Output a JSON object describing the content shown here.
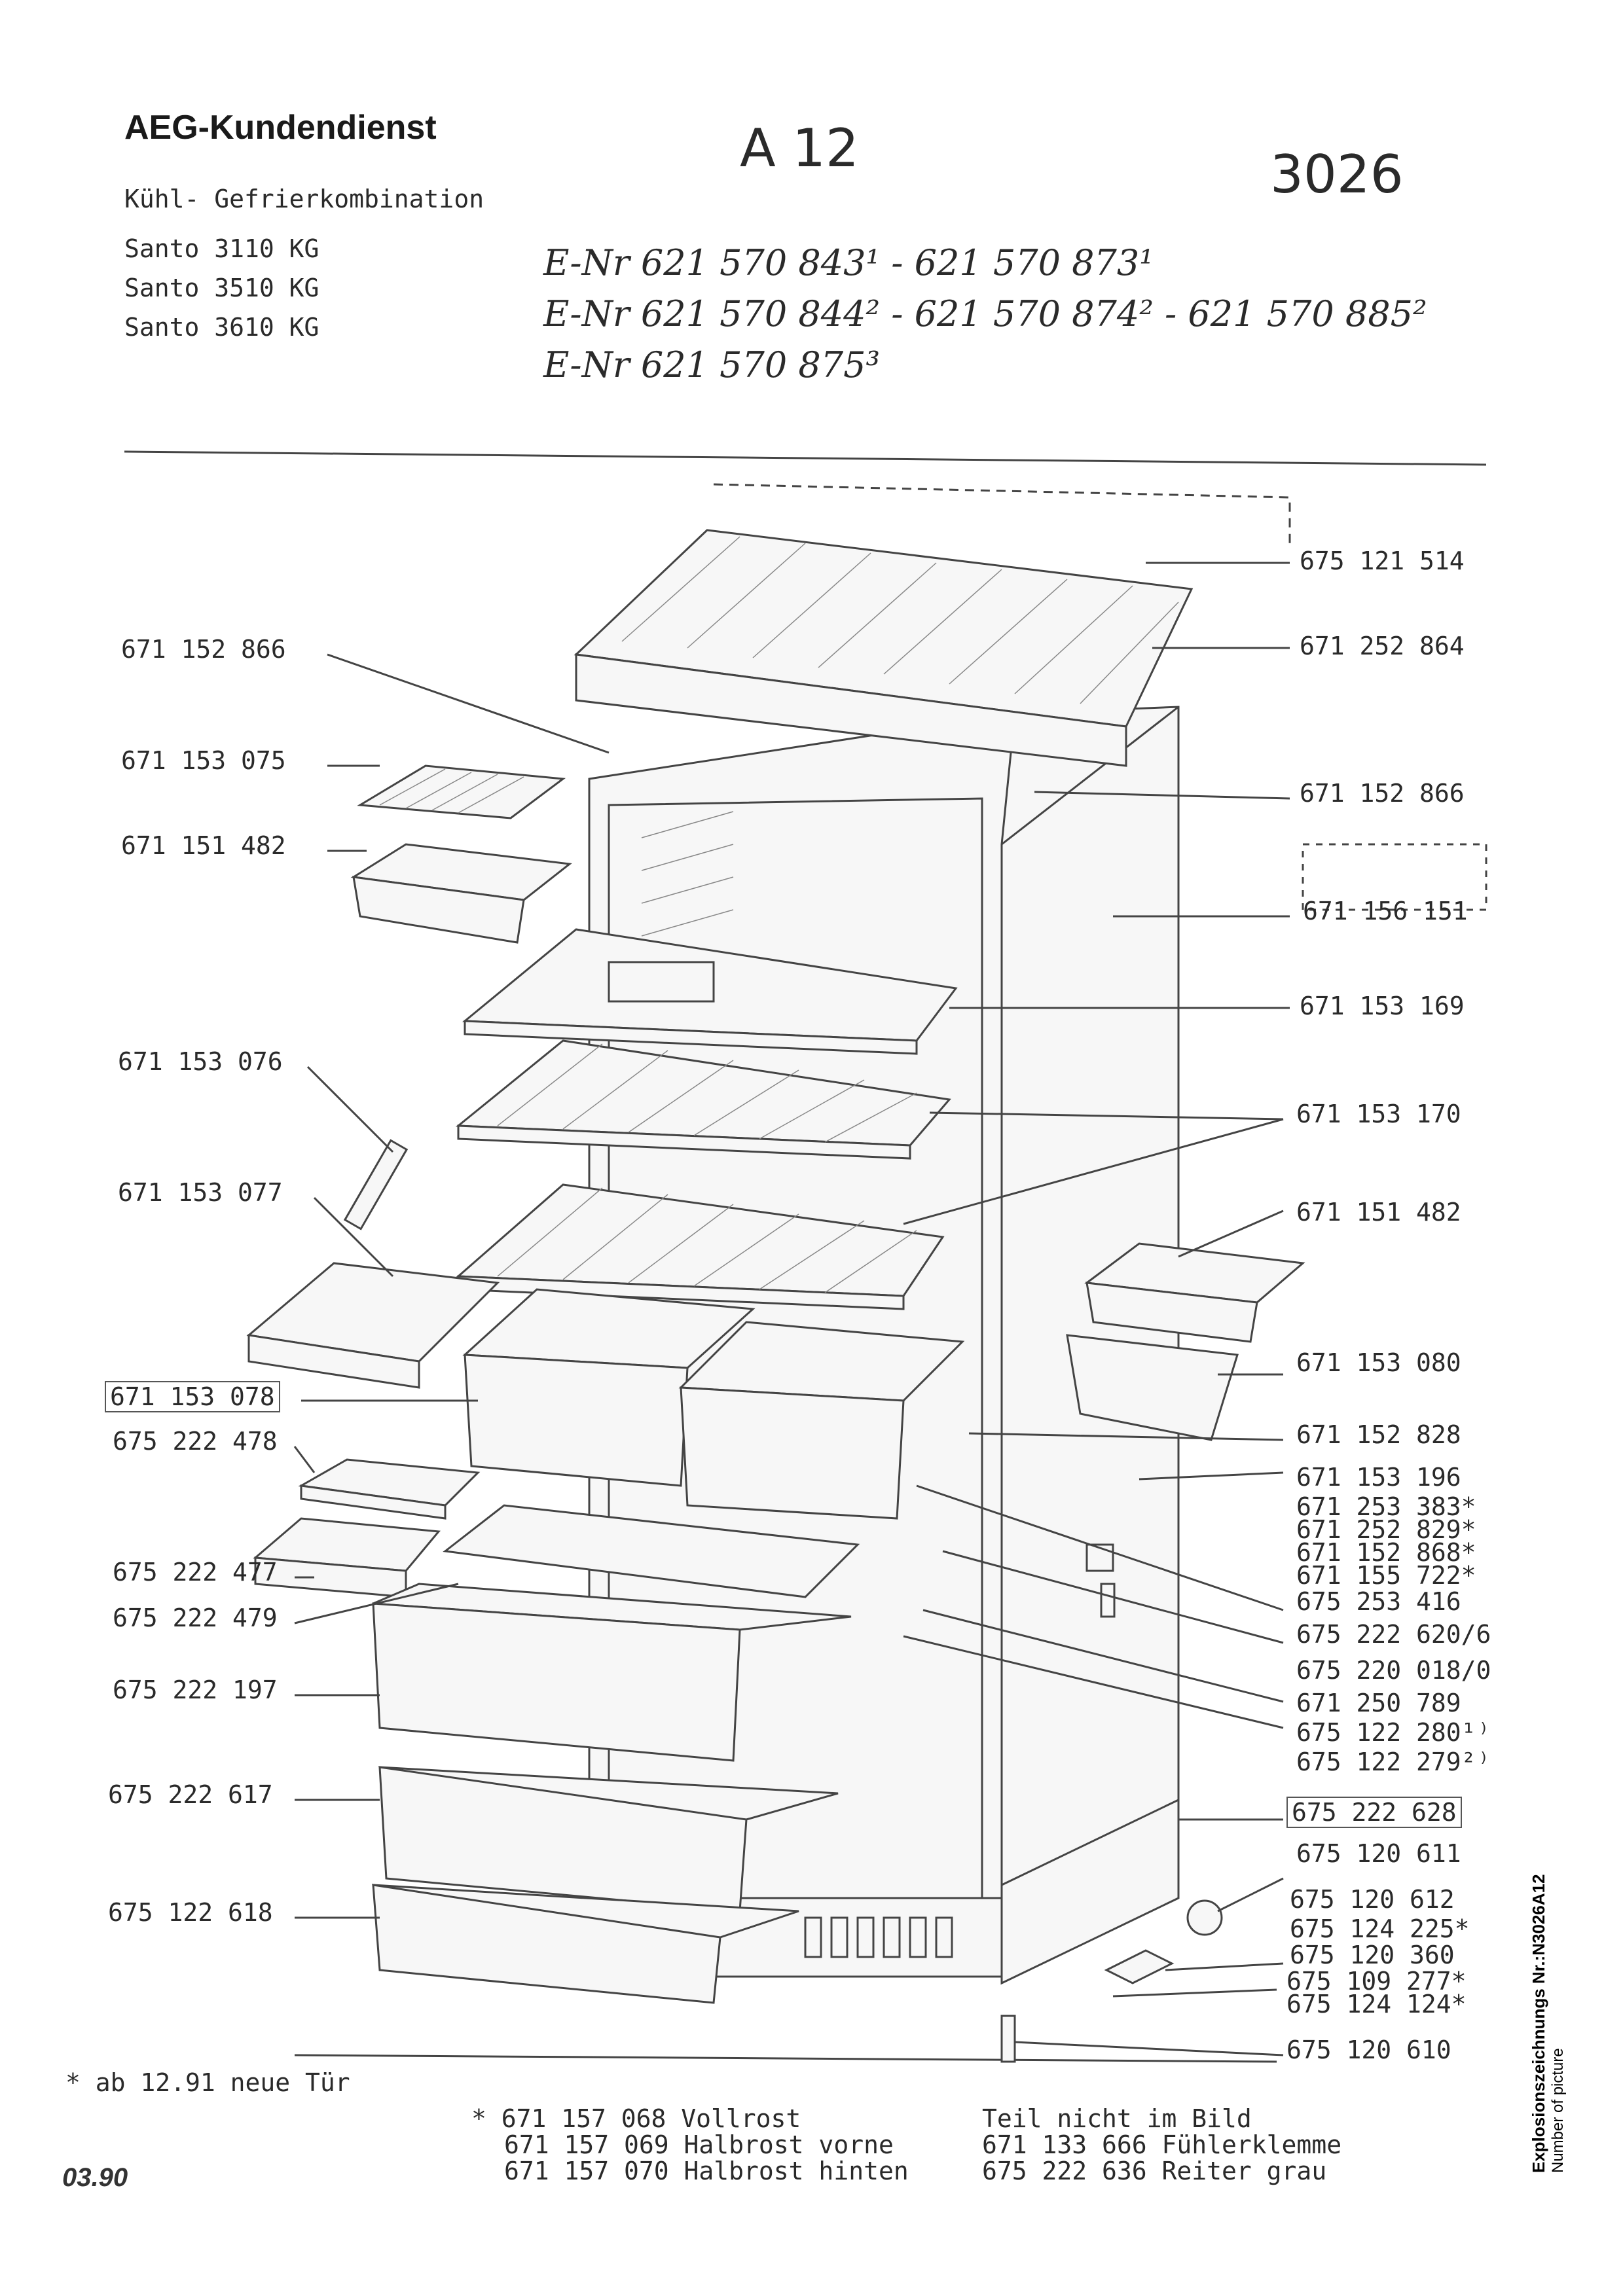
{
  "header": {
    "brand": "AEG-Kundendienst",
    "product_type": "Kühl- Gefrierkombination",
    "models": [
      "Santo 3110 KG",
      "Santo 3510 KG",
      "Santo 3610 KG"
    ],
    "code_handwritten": "A 12",
    "number_handwritten": "3026",
    "enr_lines": [
      "E-Nr 621 570 843¹ - 621 570 873¹",
      "E-Nr 621 570 844² - 621 570 874² - 621 570 885²",
      "E-Nr 621 570 875³"
    ]
  },
  "parts_left": [
    "671 152 866",
    "671 153 075",
    "671 151 482",
    "671 153 076",
    "671 153 077",
    "671 153 078",
    "675 222 478",
    "675 222 477",
    "675 222 479",
    "675 222 197",
    "675 222 617",
    "675 122 618"
  ],
  "parts_right": [
    "675 121 514",
    "671 252 864",
    "671 152 866",
    "671 156 151",
    "671 153 169",
    "671 153 170",
    "671 151 482",
    "671 153 080",
    "671 152 828",
    "671 153 196",
    "671 253 383*",
    "671 252 829*",
    "671 152 868*",
    "671 155 722*",
    "675 253 416",
    "675 222 620/6",
    "675 220 018/0",
    "671 250 789",
    "675 122 280¹⁾",
    "675 122 279²⁾",
    "675 222 628",
    "675 120 611",
    "675 120 612",
    "675 124 225*",
    "675 120 360",
    "675 109 277*",
    "675 124 124*",
    "675 120 610"
  ],
  "footer": {
    "note": "* ab 12.91 neue Tür",
    "rost_lines": [
      "* 671 157 068 Vollrost",
      "671 157 069 Halbrost vorne",
      "671 157 070 Halbrost hinten"
    ],
    "not_in_picture_title": "Teil nicht im Bild",
    "not_in_picture_lines": [
      "671 133 666 Fühlerklemme",
      "675 222 636 Reiter grau"
    ],
    "date": "03.90"
  },
  "side_label": {
    "line1": "Explosionszeichnungs Nr.:N3026A12",
    "line2": "Number of picture"
  }
}
